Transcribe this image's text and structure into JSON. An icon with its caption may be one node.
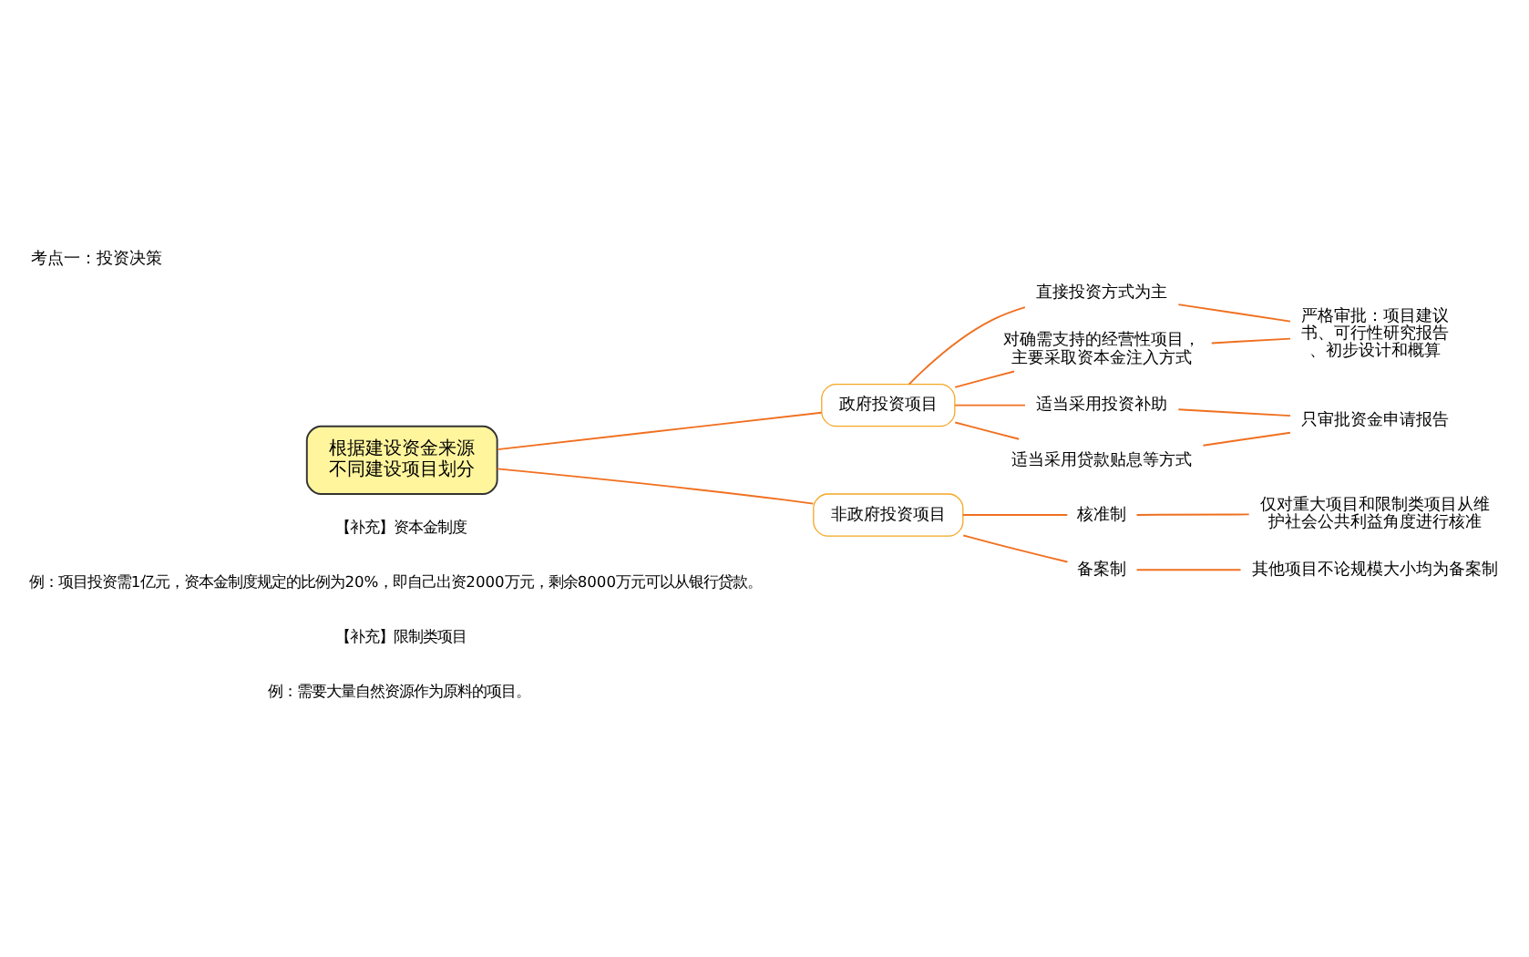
{
  "diagram": {
    "title": "考点一：投资决策",
    "nodes": [
      {
        "text": [
          "根据建设资金来源不同建设项目划分"
        ]
      },
      {
        "text": [
          "政府投资项目"
        ]
      },
      {
        "text": [
          "直接投资方式为主"
        ]
      },
      {
        "text": [
          "对确需支持的经营性项目，主要采取资本金注入方式"
        ]
      },
      {
        "text": [
          "适当采用投资补助"
        ]
      },
      {
        "text": [
          "适当采用贷款贴息等方式"
        ]
      },
      {
        "text": [
          "严格审批：项目建议书、可行性研究报告、初步设计和概算"
        ]
      },
      {
        "text": [
          "只审批资金申请报告"
        ]
      },
      {
        "text": [
          "非政府投资项目"
        ]
      },
      {
        "text": [
          "核准制"
        ]
      },
      {
        "text": [
          "仅对重大项目和限制类项目从维护社会公共利益角度进行核准"
        ]
      },
      {
        "text": [
          "备案制"
        ]
      },
      {
        "text": [
          "其他项目不论规模大小均为备案制"
        ]
      }
    ],
    "edges": [
      {
        "from": 0,
        "to": 1,
        "arrow": "none"
      },
      {
        "from": 0,
        "to": 8,
        "arrow": "none"
      },
      {
        "from": 1,
        "to": 2,
        "arrow": "none"
      },
      {
        "from": 1,
        "to": 3,
        "arrow": "none"
      },
      {
        "from": 1,
        "to": 4,
        "arrow": "none"
      },
      {
        "from": 1,
        "to": 5,
        "arrow": "none"
      },
      {
        "from": 2,
        "to": 6,
        "arrow": "none"
      },
      {
        "from": 3,
        "to": 6,
        "arrow": "none"
      },
      {
        "from": 4,
        "to": 7,
        "arrow": "none"
      },
      {
        "from": 5,
        "to": 7,
        "arrow": "none"
      },
      {
        "from": 8,
        "to": 9,
        "arrow": "none"
      },
      {
        "from": 8,
        "to": 11,
        "arrow": "none"
      },
      {
        "from": 9,
        "to": 10,
        "arrow": "none"
      },
      {
        "from": 11,
        "to": 12,
        "arrow": "none"
      }
    ],
    "labels": [
      "【补充】资本金制度",
      "例：项目投资需1亿元，资本金制度规定的比例为20%，即自己出资2000万元，剩余8000万元可以从银行贷款。",
      "【补充】限制类项目",
      "例：需要大量自然资源作为原料的项目。"
    ]
  }
}
